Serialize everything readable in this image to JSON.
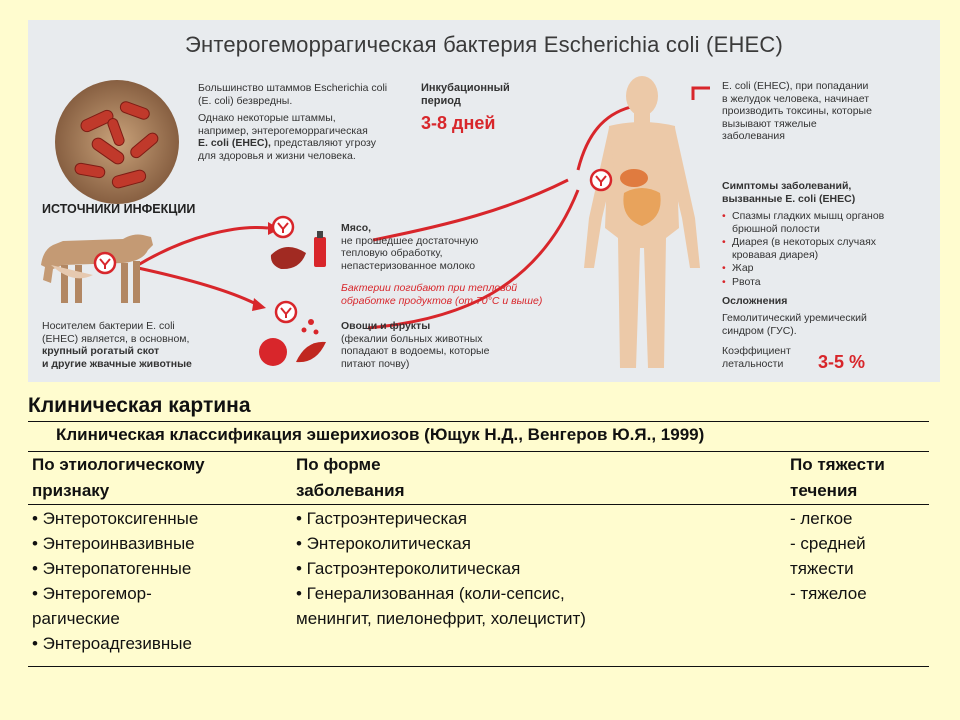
{
  "infographic": {
    "title": "Энтерогеморрагическая бактерия Escherichia coli (EHEC)",
    "intro_1": "Большинство штаммов Escherichia coli",
    "intro_2": "(E. coli) безвредны.",
    "intro_3": "Однако некоторые штаммы,",
    "intro_4": "например, энтерогеморрагическая",
    "intro_5a": "E. coli (EHEC),",
    "intro_5b": " представляют угрозу",
    "intro_6": "для здоровья и жизни человека.",
    "incubation_label_1": "Инкубационный",
    "incubation_label_2": "период",
    "incubation_value": "3-8 дней",
    "sources_heading": "ИСТОЧНИКИ ИНФЕКЦИИ",
    "meat_title": "Мясо,",
    "meat_1": "не прошедшее достаточную",
    "meat_2": "тепловую обработку,",
    "meat_3": "непастеризованное молоко",
    "bacteria_note_1": "Бактерии погибают при тепловой",
    "bacteria_note_2": "обработке продуктов (от 70°С и выше)",
    "veg_title": "Овощи и фрукты",
    "veg_1": "(фекалии больных животных",
    "veg_2": "попадают в водоемы, которые",
    "veg_3": "питают почву)",
    "carrier_1": "Носителем бактерии E. coli",
    "carrier_2": "(EHEC) является, в основном,",
    "carrier_3": "крупный рогатый скот",
    "carrier_4": "и другие жвачные животные",
    "toxin_1": "E. coli (EHEC), при попадании",
    "toxin_2": "в желудок человека, начинает",
    "toxin_3": "производить токсины, которые",
    "toxin_4": "вызывают тяжелые",
    "toxin_5": "заболевания",
    "symptoms_title_1": "Симптомы заболеваний,",
    "symptoms_title_2": "вызванные E. coli (EHEC)",
    "symptoms": [
      "Спазмы гладких мышц органов брюшной полости",
      "Диарея (в некоторых случаях кровавая диарея)",
      "Жар",
      "Рвота"
    ],
    "complications_title": "Осложнения",
    "complications_1": "Гемолитический уремический",
    "complications_2": "синдром (ГУС).",
    "lethality_1": "Коэффициент",
    "lethality_2": "летальности",
    "lethality_value": "3-5 %"
  },
  "table": {
    "title": "Клиническая картина",
    "subtitle": "Клиническая классификация эшерихиозов (Ющук Н.Д., Венгеров Ю.Я., 1999)",
    "headers": [
      [
        "По этиологическому",
        "признаку"
      ],
      [
        "По форме",
        "заболевания"
      ],
      [
        "По тяжести",
        "течения"
      ]
    ],
    "col1": [
      "• Энтеротоксигенные",
      "• Энтероинвазивные",
      "• Энтеропатогенные",
      "• Энтерогемор-",
      "рагические",
      "• Энтероадгезивные"
    ],
    "col2": [
      "• Гастроэнтерическая",
      "• Энтероколитическая",
      "• Гастроэнтероколитическая",
      "• Генерализованная (коли-сепсис,",
      "менингит, пиелонефрит, холецистит)"
    ],
    "col3": [
      "- легкое",
      "- средней",
      "тяжести",
      "- тяжелое"
    ]
  },
  "colors": {
    "background": "#fffccf",
    "accent_red": "#d8262b",
    "panel": "#e8ebee"
  }
}
